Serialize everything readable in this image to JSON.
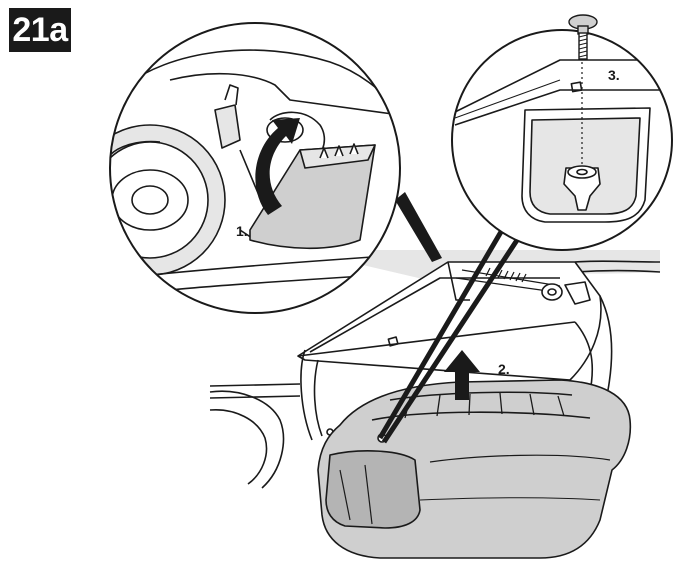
{
  "figure": {
    "label": "21a",
    "steps": [
      {
        "id": "1",
        "label": "1."
      },
      {
        "id": "2",
        "label": "2."
      },
      {
        "id": "3",
        "label": "3."
      }
    ]
  },
  "colors": {
    "line": "#1a1a1a",
    "gray_light": "#e6e6e6",
    "gray_mid": "#c8c8c8",
    "gray_dark": "#b4b4b4",
    "label_bg": "#1a1a1a"
  }
}
